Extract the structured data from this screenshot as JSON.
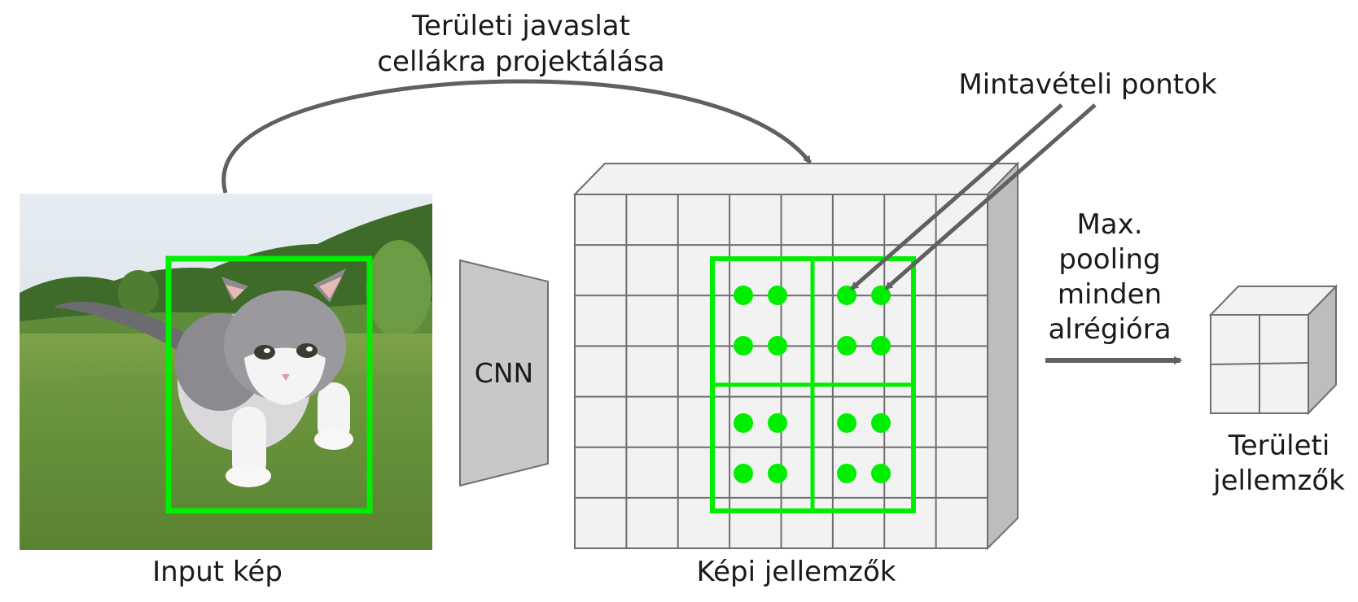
{
  "labels": {
    "projection_line1": "Területi javaslat",
    "projection_line2": "cellákra projektálása",
    "sampling_points": "Mintavételi pontok",
    "cnn": "CNN",
    "input_image": "Input kép",
    "feature_map": "Képi jellemzők",
    "maxpool_line1": "Max.",
    "maxpool_line2": "pooling",
    "maxpool_line3": "minden",
    "maxpool_line4": "alrégióra",
    "region_features_line1": "Területi",
    "region_features_line2": "jellemzők"
  },
  "colors": {
    "accent_green": "#00ee00",
    "arrow_gray": "#606060",
    "cube_face": "#f2f2f2",
    "cube_side": "#bdbdbd",
    "grid_line": "#6e6e6e",
    "cnn_fill": "#c8c8c8"
  },
  "feature_grid": {
    "rows": 7,
    "cols": 8
  },
  "roi_subregions": {
    "rows": 2,
    "cols": 2,
    "points_per_side": 2
  },
  "output_grid": {
    "rows": 2,
    "cols": 2
  },
  "input_image_subject": "kitten-on-grass-photo"
}
